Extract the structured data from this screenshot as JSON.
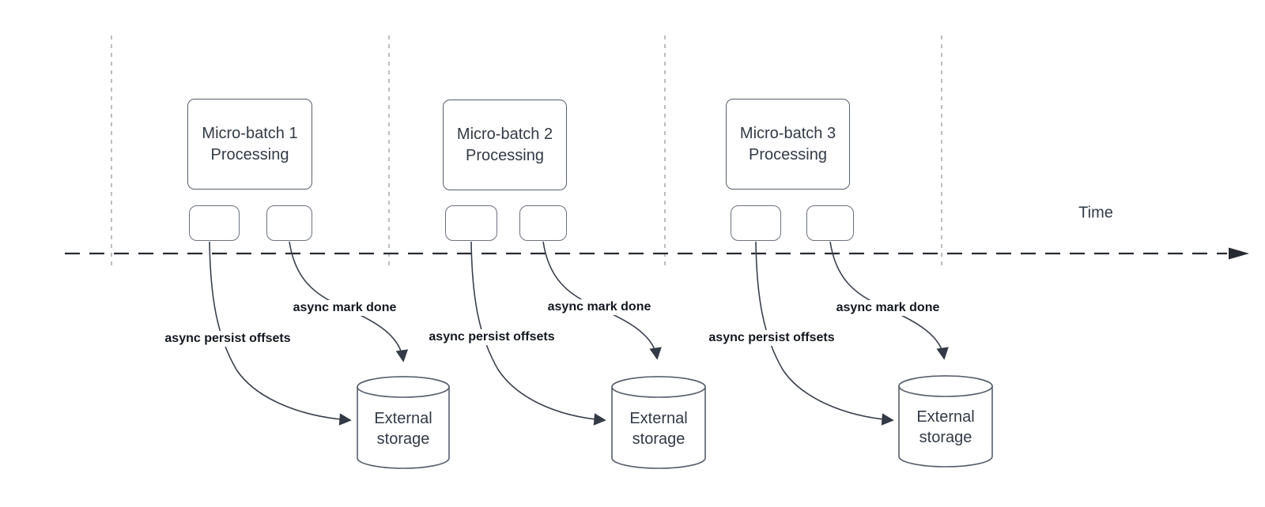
{
  "time_label": "Time",
  "batches": [
    {
      "title": "Micro-batch 1",
      "subtitle": "Processing",
      "persist_label": "async persist offsets",
      "markdone_label": "async mark done",
      "storage_title": "External",
      "storage_subtitle": "storage"
    },
    {
      "title": "Micro-batch 2",
      "subtitle": "Processing",
      "persist_label": "async persist offsets",
      "markdone_label": "async mark done",
      "storage_title": "External",
      "storage_subtitle": "storage"
    },
    {
      "title": "Micro-batch 3",
      "subtitle": "Processing",
      "persist_label": "async persist offsets",
      "markdone_label": "async mark done",
      "storage_title": "External",
      "storage_subtitle": "storage"
    }
  ],
  "colors": {
    "background": "#ffffff",
    "shape_stroke": "#565e6b",
    "shape_text": "#333a46",
    "annotation_text": "#13181f",
    "axis_stroke": "#262b33",
    "guide_stroke": "#adadad",
    "arrow_fill": "#333a46"
  }
}
